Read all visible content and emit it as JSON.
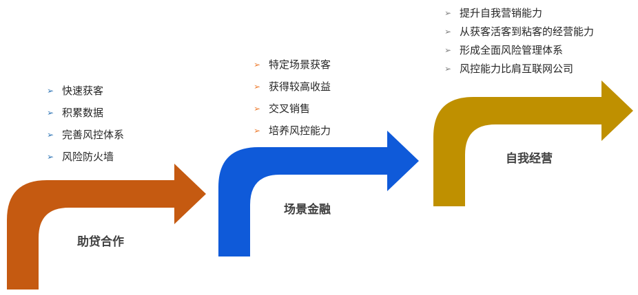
{
  "stages": [
    {
      "label": "助贷合作",
      "color": "#c55a11",
      "bullet_color": "#2e74b5",
      "bullet_icon": "chevron-right",
      "items": [
        "快速获客",
        "积累数据",
        "完善风控体系",
        "风险防火墙"
      ]
    },
    {
      "label": "场景金融",
      "color": "#0f5ad9",
      "bullet_color": "#ed7d31",
      "bullet_icon": "chevron-right",
      "items": [
        "特定场景获客",
        "获得较高收益",
        "交叉销售",
        "培养风控能力"
      ]
    },
    {
      "label": "自我经营",
      "color": "#bf9000",
      "bullet_color": "#7f7f7f",
      "bullet_icon": "chevron-right",
      "items": [
        "提升自我营销能力",
        "从获客活客到粘客的经营能力",
        "形成全面风险管理体系",
        "风控能力比肩互联网公司"
      ]
    }
  ]
}
